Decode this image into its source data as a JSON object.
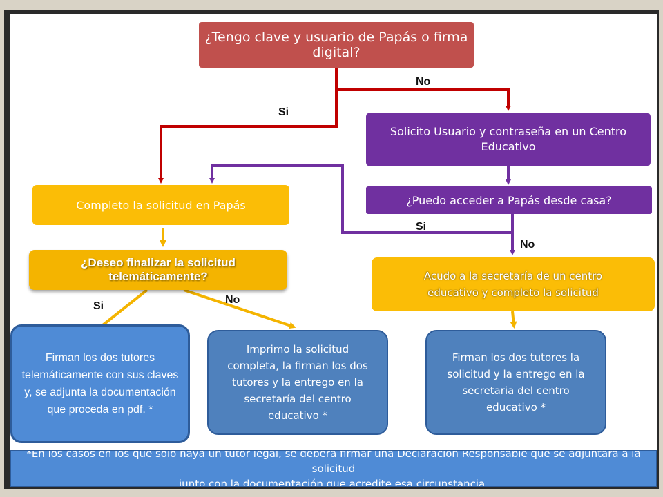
{
  "diagram": {
    "question_main": "¿Tengo clave y usuario de Papás o firma digital?",
    "request_user": "Solicito Usuario y contraseña en un Centro Educativo",
    "question_home": "¿Puedo acceder a Papás desde casa?",
    "complete_papas": "Completo la solicitud en Papás",
    "question_finish": "¿Deseo finalizar la solicitud telemáticamente?",
    "go_secretary": "Acudo a la secretaría de un centro educativo y completo la solicitud",
    "sign_online": "Firman los dos tutores telemáticamente con sus claves y, se adjunta la documentación que proceda en pdf. *",
    "print_sign": "Imprimo la solicitud completa, la firman los dos tutores y la entrego en la secretaría del centro educativo *",
    "sign_deliver": "Firman los dos tutores la solicitud y la entrego en la secretaria del centro educativo *",
    "note": "*En los casos en los que sólo haya un tutor legal, se deberá firmar una Declaración Responsable que se adjuntará a la solicitud\njunto con la documentación que acredite esa circunstancia.",
    "labels": {
      "yes_main": "Si",
      "no_main": "No",
      "yes_home": "Si",
      "no_home": "No",
      "yes_finish": "Si",
      "no_finish": "No"
    }
  },
  "colors": {
    "red": "#c0504d",
    "purple": "#7030a0",
    "yellow": "#fbbd06",
    "blue": "#4f81bd",
    "red_arrow": "#c00000",
    "purple_arrow": "#7030a0",
    "yellow_arrow": "#f4b400"
  }
}
